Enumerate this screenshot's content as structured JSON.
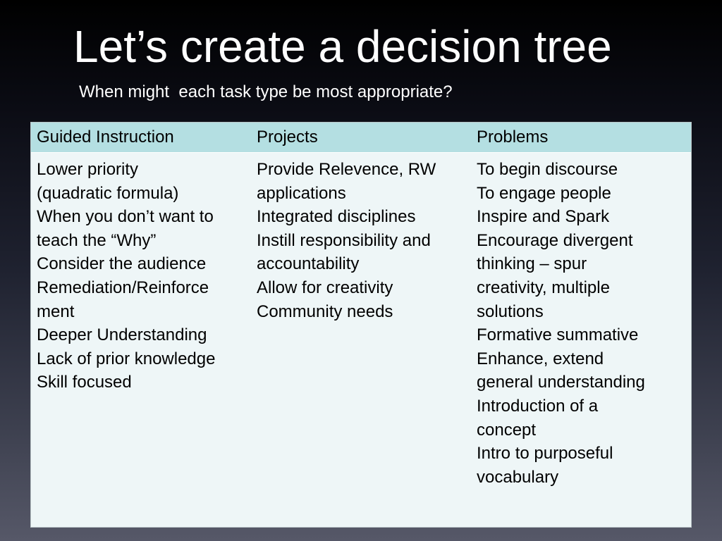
{
  "slide": {
    "title": "Let’s create a decision tree",
    "subtitle": "When might  each task type be most appropriate?"
  },
  "table": {
    "headers": [
      "Guided Instruction",
      "Projects",
      "Problems"
    ],
    "columns": [
      [
        "Lower priority",
        "(quadratic formula)",
        "When you don’t want to",
        "teach the “Why”",
        "Consider the audience",
        "Remediation/Reinforce",
        "ment",
        "Deeper Understanding",
        "Lack of prior knowledge",
        "Skill focused"
      ],
      [
        "Provide Relevence, RW",
        "applications",
        "Integrated disciplines",
        "Instill responsibility and",
        "accountability",
        "Allow for creativity",
        "Community needs"
      ],
      [
        "To begin discourse",
        "To engage people",
        "Inspire and Spark",
        "Encourage divergent",
        "thinking – spur",
        "creativity, multiple",
        "solutions",
        "Formative summative",
        "Enhance, extend",
        "general understanding",
        "Introduction of a",
        "concept",
        "Intro to purposeful",
        "vocabulary"
      ]
    ]
  },
  "colors": {
    "header_fill": "#b4dfe2",
    "body_fill": "#eef6f7",
    "title_text": "#ffffff"
  }
}
